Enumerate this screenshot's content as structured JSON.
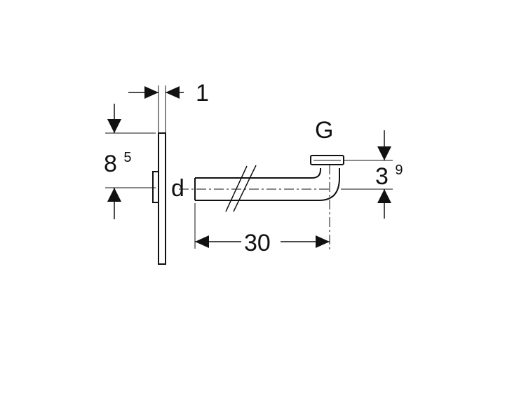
{
  "labels": {
    "plate_thickness": "1",
    "plate_height_main": "8",
    "plate_height_sup": "5",
    "diameter": "d",
    "thread": "G",
    "outlet_height_main": "3",
    "outlet_height_sup": "9",
    "pipe_length": "30"
  }
}
